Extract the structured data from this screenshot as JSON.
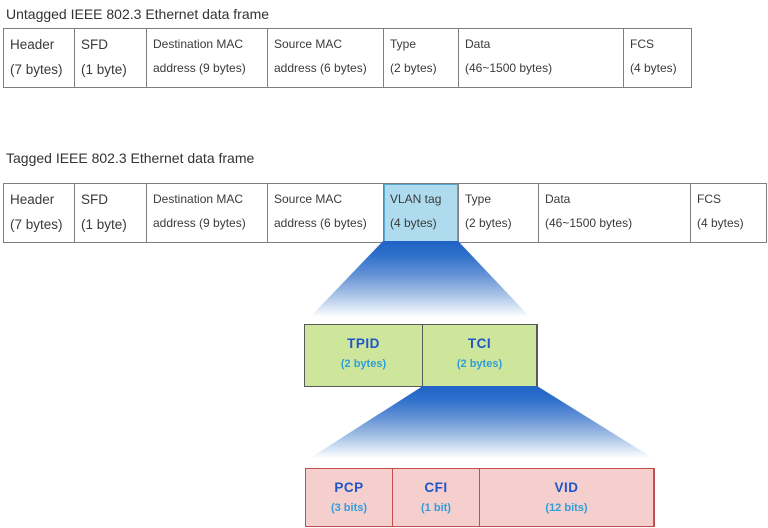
{
  "untagged_frame": {
    "title": "Untagged IEEE 802.3 Ethernet data frame",
    "fields": [
      {
        "line1": "Header",
        "line2": "(7 bytes)",
        "width": 71
      },
      {
        "line1": "SFD",
        "line2": "(1 byte)",
        "width": 72
      },
      {
        "line1": "Destination MAC",
        "line2": "address (9 bytes)",
        "width": 121
      },
      {
        "line1": "Source MAC",
        "line2": "address (6 bytes)",
        "width": 116
      },
      {
        "line1": "Type",
        "line2": "(2 bytes)",
        "width": 75
      },
      {
        "line1": "Data",
        "line2": "(46~1500 bytes)",
        "width": 165
      },
      {
        "line1": "FCS",
        "line2": "(4 bytes)",
        "width": 67
      }
    ]
  },
  "tagged_frame": {
    "title": "Tagged IEEE 802.3 Ethernet data frame",
    "fields": [
      {
        "line1": "Header",
        "line2": "(7 bytes)",
        "width": 71
      },
      {
        "line1": "SFD",
        "line2": "(1 byte)",
        "width": 72
      },
      {
        "line1": "Destination MAC",
        "line2": "address (9 bytes)",
        "width": 121
      },
      {
        "line1": "Source MAC",
        "line2": "address (6 bytes)",
        "width": 116
      },
      {
        "line1": "VLAN tag",
        "line2": "(4 bytes)",
        "width": 75,
        "highlight": true
      },
      {
        "line1": "Type",
        "line2": "(2 bytes)",
        "width": 80
      },
      {
        "line1": "Data",
        "line2": "(46~1500 bytes)",
        "width": 152
      },
      {
        "line1": "FCS",
        "line2": "(4 bytes)",
        "width": 75
      }
    ]
  },
  "vlan_tag_detail": {
    "fields": [
      {
        "line1": "TPID",
        "line2": "(2 bytes)",
        "width": 118
      },
      {
        "line1": "TCI",
        "line2": "(2 bytes)",
        "width": 114
      }
    ]
  },
  "tci_detail": {
    "fields": [
      {
        "line1": "PCP",
        "line2": "(3 bits)",
        "width": 87
      },
      {
        "line1": "CFI",
        "line2": "(1 bit)",
        "width": 87
      },
      {
        "line1": "VID",
        "line2": "(12 bits)",
        "width": 174
      }
    ]
  },
  "colors": {
    "vlan_cell_fill": "#aedcee",
    "vlan_cell_border": "#58a7cd",
    "green_box_fill": "#cde69c",
    "green_box_border": "#595959",
    "pink_box_fill": "#f5cece",
    "pink_box_border": "#c0504d",
    "funnel_blue": "#2063c6",
    "label_blue": "#1d56c8",
    "sub_label_blue": "#2f9ed9"
  }
}
